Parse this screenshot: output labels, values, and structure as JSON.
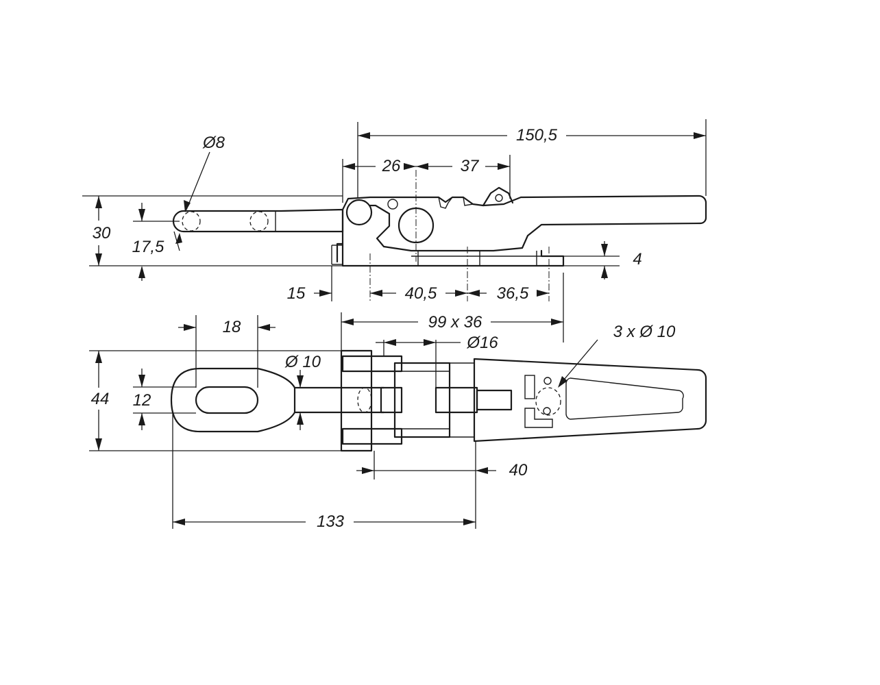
{
  "side_view": {
    "dimensions": {
      "overall_length": "150,5",
      "pivot_spacing_a": "26",
      "pivot_spacing_b": "37",
      "pin_diameter": "Ø8",
      "overall_height": "30",
      "rod_height": "17,5",
      "base_thickness": "4",
      "hole_offset_left": "15",
      "hole_spacing_a": "40,5",
      "hole_spacing_b": "36,5"
    }
  },
  "top_view": {
    "dimensions": {
      "eye_length": "18",
      "base_plate_size": "99 x 36",
      "pivot_diameter": "Ø16",
      "mounting_holes": "3 x Ø 10",
      "overall_width": "44",
      "eye_slot_width": "12",
      "rod_diameter": "Ø 10",
      "pivot_to_base": "40",
      "eye_to_pivot": "133"
    }
  }
}
